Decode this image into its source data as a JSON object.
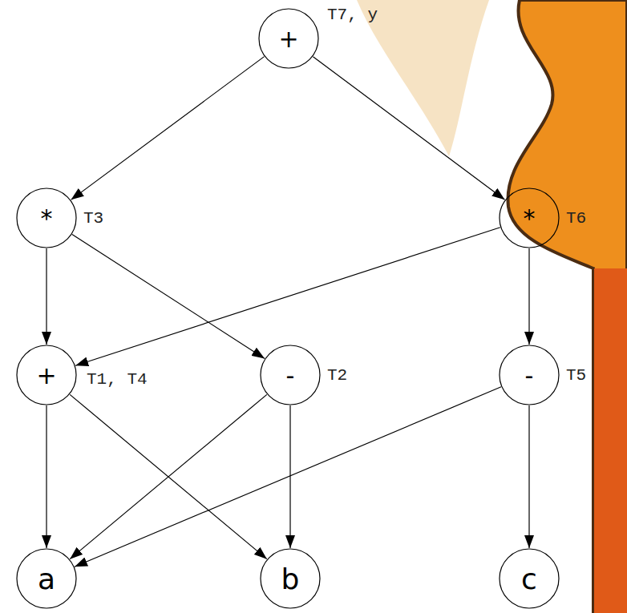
{
  "diagram": {
    "nodes": [
      {
        "text": [
          "+",
          "T7, y"
        ]
      },
      {
        "text": [
          "*",
          "T3"
        ]
      },
      {
        "text": [
          "*",
          "T6"
        ]
      },
      {
        "text": [
          "+",
          "T1, T4"
        ]
      },
      {
        "text": [
          "-",
          "T2"
        ]
      },
      {
        "text": [
          "-",
          "T5"
        ]
      },
      {
        "text": [
          "a"
        ]
      },
      {
        "text": [
          "b"
        ]
      },
      {
        "text": [
          "c"
        ]
      }
    ],
    "edges": [
      {
        "from": 0,
        "to": 1,
        "arrow": "to"
      },
      {
        "from": 0,
        "to": 2,
        "arrow": "to"
      },
      {
        "from": 1,
        "to": 3,
        "arrow": "to"
      },
      {
        "from": 1,
        "to": 4,
        "arrow": "to"
      },
      {
        "from": 2,
        "to": 3,
        "arrow": "to"
      },
      {
        "from": 2,
        "to": 5,
        "arrow": "to"
      },
      {
        "from": 3,
        "to": 6,
        "arrow": "to"
      },
      {
        "from": 3,
        "to": 7,
        "arrow": "to"
      },
      {
        "from": 4,
        "to": 6,
        "arrow": "to"
      },
      {
        "from": 4,
        "to": 7,
        "arrow": "to"
      },
      {
        "from": 5,
        "to": 6,
        "arrow": "to"
      },
      {
        "from": 5,
        "to": 8,
        "arrow": "to"
      }
    ]
  }
}
